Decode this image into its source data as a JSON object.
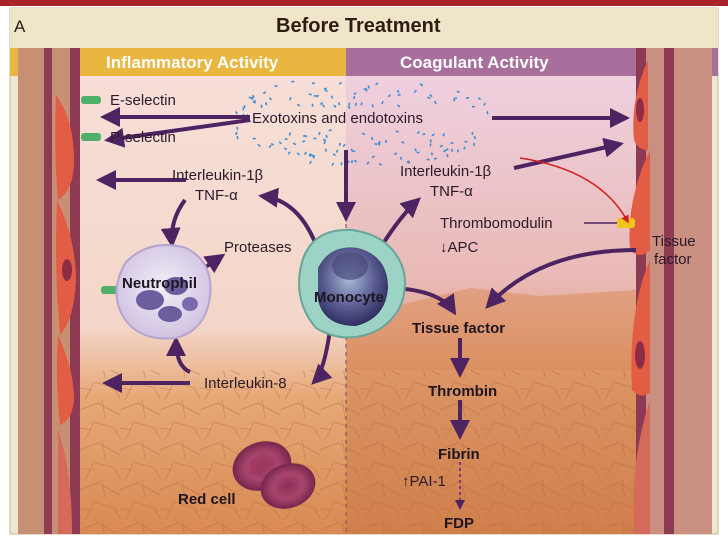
{
  "panel_letter": "A",
  "title": "Before Treatment",
  "banner": {
    "left": "Inflammatory Activity",
    "right": "Coagulant Activity"
  },
  "labels": {
    "e_selectin": "E-selectin",
    "p_selectin": "P-selectin",
    "toxins": "Exotoxins and endotoxins",
    "il1_left": "Interleukin-1β",
    "tnf_left": "TNF-α",
    "il1_right": "Interleukin-1β",
    "tnf_right": "TNF-α",
    "proteases": "Proteases",
    "neutrophil": "Neutrophil",
    "monocyte": "Monocyte",
    "thrombomodulin": "Thrombomodulin",
    "apc": "↓APC",
    "tissue_factor_edge_1": "Tissue",
    "tissue_factor_edge_2": "factor",
    "tissue_factor": "Tissue factor",
    "interleukin8": "Interleukin-8",
    "thrombin": "Thrombin",
    "fibrin": "Fibrin",
    "pai1": "↑PAI-1",
    "fdp": "FDP",
    "red_cell": "Red cell"
  },
  "colors": {
    "inflammatory_banner": "#e9b640",
    "coagulant_banner": "#a86e9c",
    "arrow": "#4d2461",
    "vessel_wall": "#8e3a52",
    "endothelial_cell": "#e35d45",
    "tissue": "#d8854e",
    "monocyte": "#5a5b8c",
    "neutrophil": "#6e5d9e",
    "red_cell": "#7b2a4f"
  }
}
